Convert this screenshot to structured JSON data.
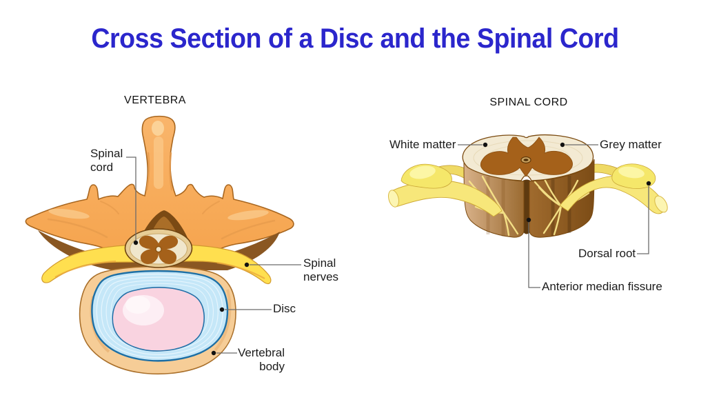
{
  "title": "Cross Section of a Disc and the Spinal Cord",
  "vertebra_section": {
    "heading": "VERTEBRA",
    "labels": {
      "spinal_cord": "Spinal cord",
      "spinal_nerves": "Spinal nerves",
      "disc": "Disc",
      "vertebral_body": "Vertebral body"
    }
  },
  "spinal_cord_section": {
    "heading": "SPINAL CORD",
    "labels": {
      "white_matter": "White matter",
      "grey_matter": "Grey matter",
      "dorsal_root": "Dorsal root",
      "anterior_median_fissure": "Anterior median fissure"
    }
  },
  "colors": {
    "title_blue": "#2B26CC",
    "label_text": "#1B1B1B",
    "bone_orange": "#F7AC5C",
    "bone_highlight": "#FBD9A4",
    "bone_outline": "#A8661F",
    "arch_shadow_brown": "#8A5722",
    "foramen_dark": "#7B4A14",
    "nerve_yellow": "#FFDF4F",
    "nerve_shade_orange": "#D29A2E",
    "nerve_root_pale_yellow": "#F7E77A",
    "disc_blue": "#C5E7F8",
    "disc_outline": "#1D6FA5",
    "nucleus_pink": "#F9D3E0",
    "cord_ring_tan": "#E7CD96",
    "white_matter_cream": "#F0E6CC",
    "grey_matter_brown": "#A5611A",
    "cord_body_left": "#D8B189",
    "cord_body_right": "#7C4C16",
    "leader_line_gray": "#6B6B6B"
  }
}
